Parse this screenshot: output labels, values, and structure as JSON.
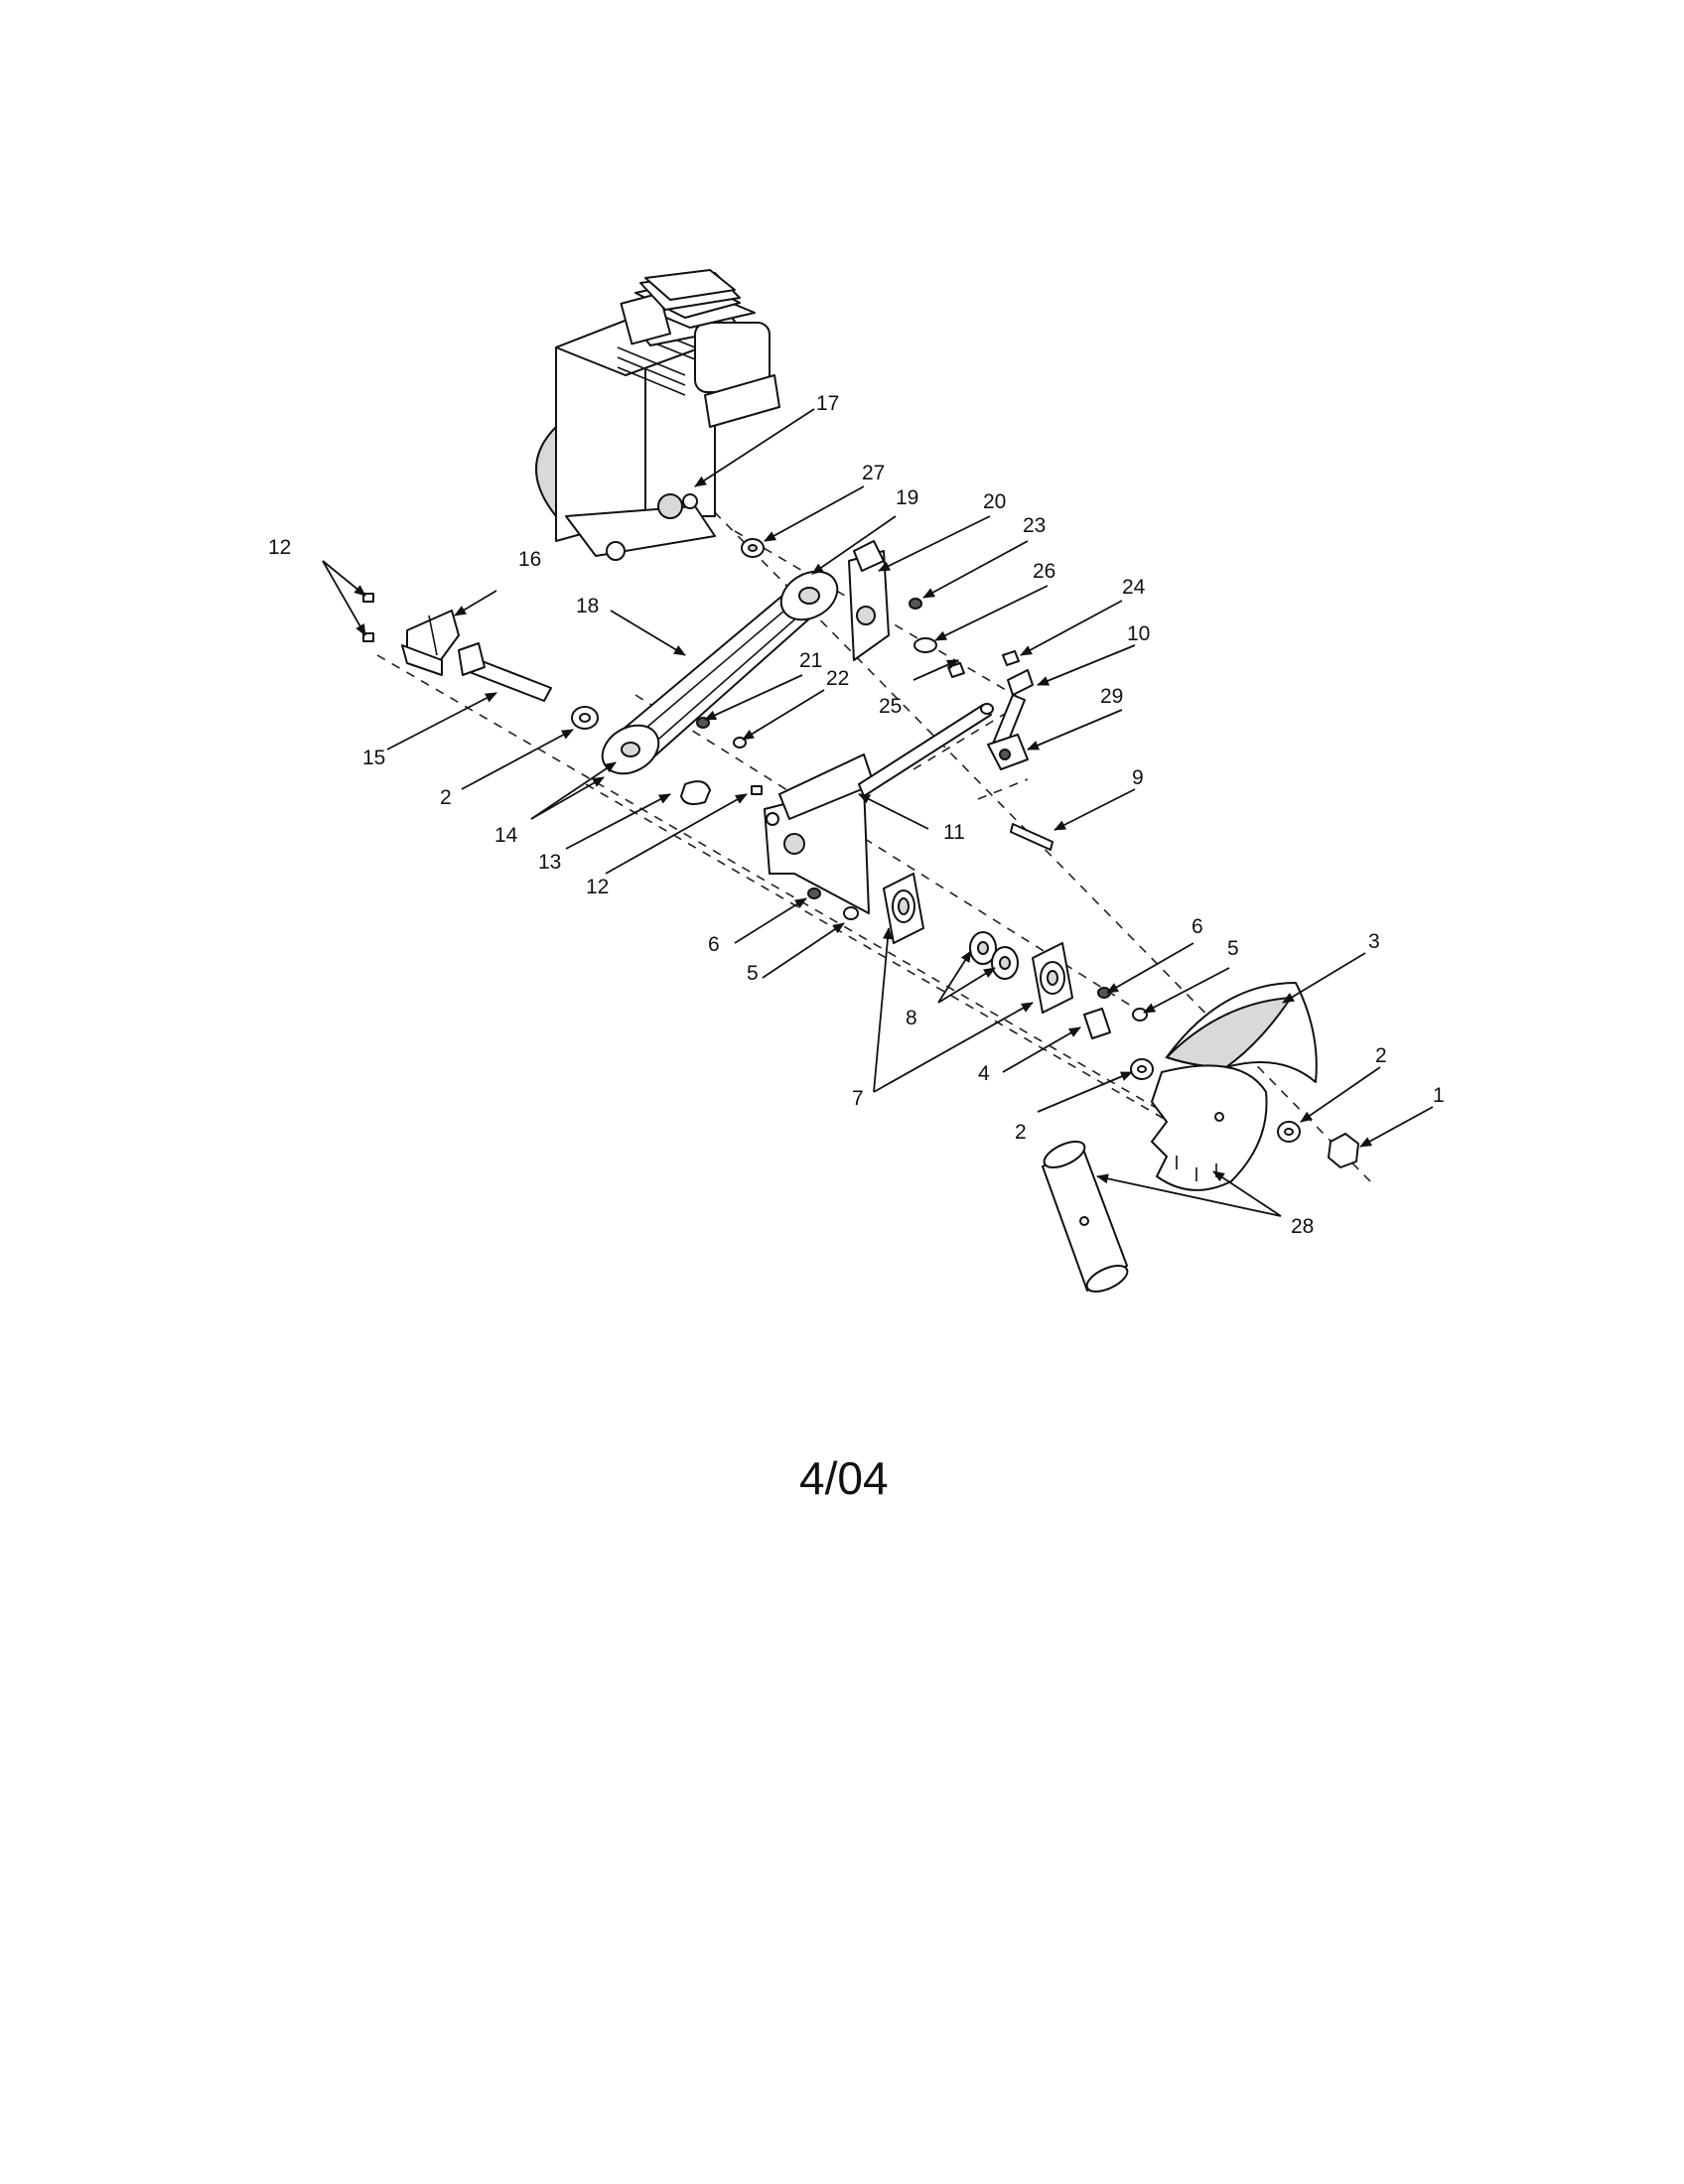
{
  "diagram": {
    "footer_date": "4/04",
    "callouts": [
      "1",
      "2",
      "3",
      "4",
      "5",
      "6",
      "7",
      "8",
      "9",
      "10",
      "11",
      "12",
      "13",
      "14",
      "15",
      "16",
      "17",
      "18",
      "19",
      "20",
      "21",
      "22",
      "23",
      "24",
      "25",
      "26",
      "27",
      "28",
      "29"
    ]
  }
}
